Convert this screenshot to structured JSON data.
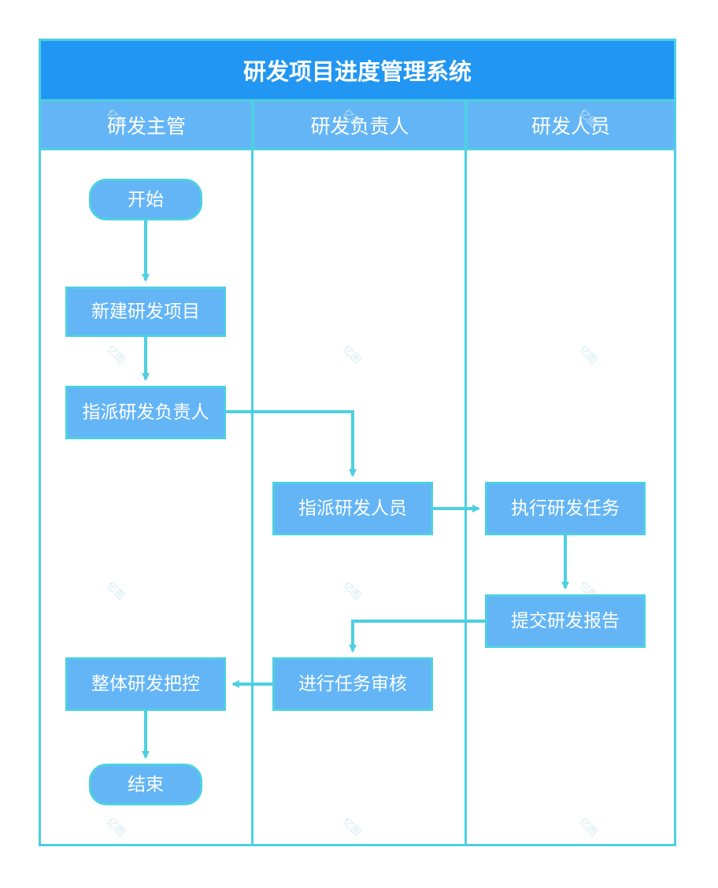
{
  "title": "研发项目进度管理系统",
  "lanes": [
    {
      "label": "研发主管"
    },
    {
      "label": "研发负责人"
    },
    {
      "label": "研发人员"
    }
  ],
  "nodes": {
    "start": "开始",
    "create_project": "新建研发项目",
    "assign_lead": "指派研发负责人",
    "assign_staff": "指派研发人员",
    "execute_task": "执行研发任务",
    "submit_report": "提交研发报告",
    "review_task": "进行任务审核",
    "overall_control": "整体研发把控",
    "end": "结束"
  },
  "watermark": "亿图",
  "colors": {
    "title_bg": "#2196f3",
    "header_bg": "#64b5f6",
    "node_bg": "#64b5f6",
    "border": "#4dd0e1",
    "arrow": "#4dd0e1"
  }
}
